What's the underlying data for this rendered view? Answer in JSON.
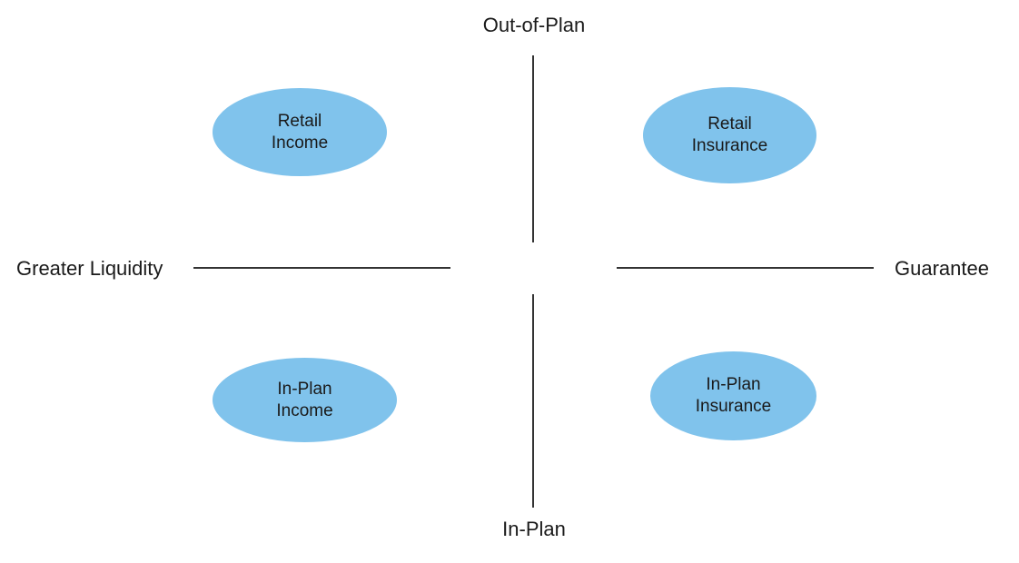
{
  "axes": {
    "top": "Out-of-Plan",
    "bottom": "In-Plan",
    "left": "Greater Liquidity",
    "right": "Guarantee"
  },
  "colors": {
    "ellipse_fill": "#80c3ec",
    "line": "#333333"
  },
  "quadrants": {
    "top_left": {
      "line1": "Retail",
      "line2": "Income"
    },
    "top_right": {
      "line1": "Retail",
      "line2": "Insurance"
    },
    "bottom_left": {
      "line1": "In-Plan",
      "line2": "Income"
    },
    "bottom_right": {
      "line1": "In-Plan",
      "line2": "Insurance"
    }
  }
}
